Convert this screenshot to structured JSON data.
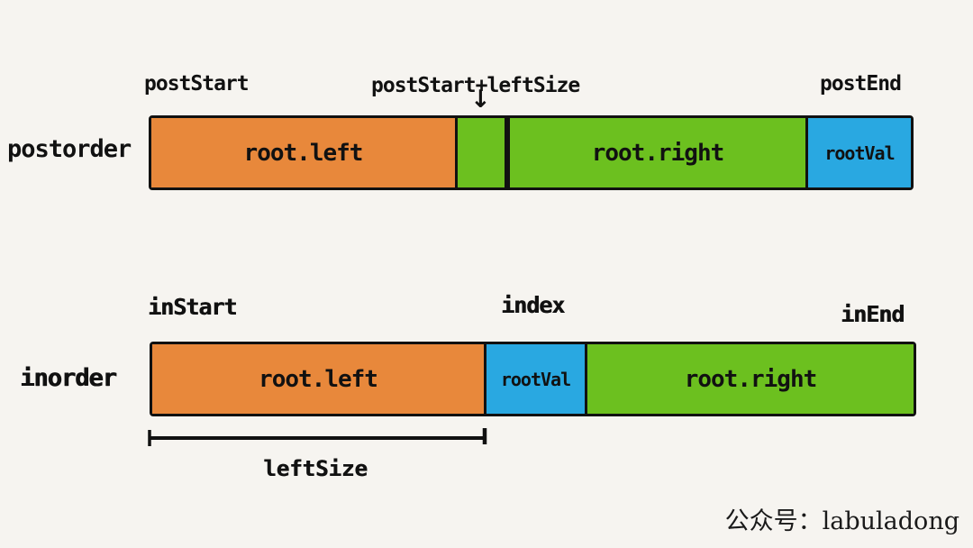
{
  "colors": {
    "background": "#F6F4F0",
    "segment_orange": "#E8883B",
    "segment_green": "#6CC01F",
    "segment_blue": "#29A8E1",
    "outline": "#111111",
    "text": "#111111"
  },
  "postorder_row": {
    "row_label": "postorder",
    "pointers": {
      "start": "postStart",
      "split": "postStart+leftSize",
      "end": "postEnd"
    },
    "segments": {
      "left": "root.left",
      "right": "root.right",
      "root": "rootVal"
    }
  },
  "inorder_row": {
    "row_label": "inorder",
    "pointers": {
      "start": "inStart",
      "index": "index",
      "end": "inEnd"
    },
    "segments": {
      "left": "root.left",
      "root": "rootVal",
      "right": "root.right"
    }
  },
  "measure": {
    "label": "leftSize"
  },
  "watermark": "公众号：labuladong",
  "icons": {
    "down_arrow": "↓"
  }
}
